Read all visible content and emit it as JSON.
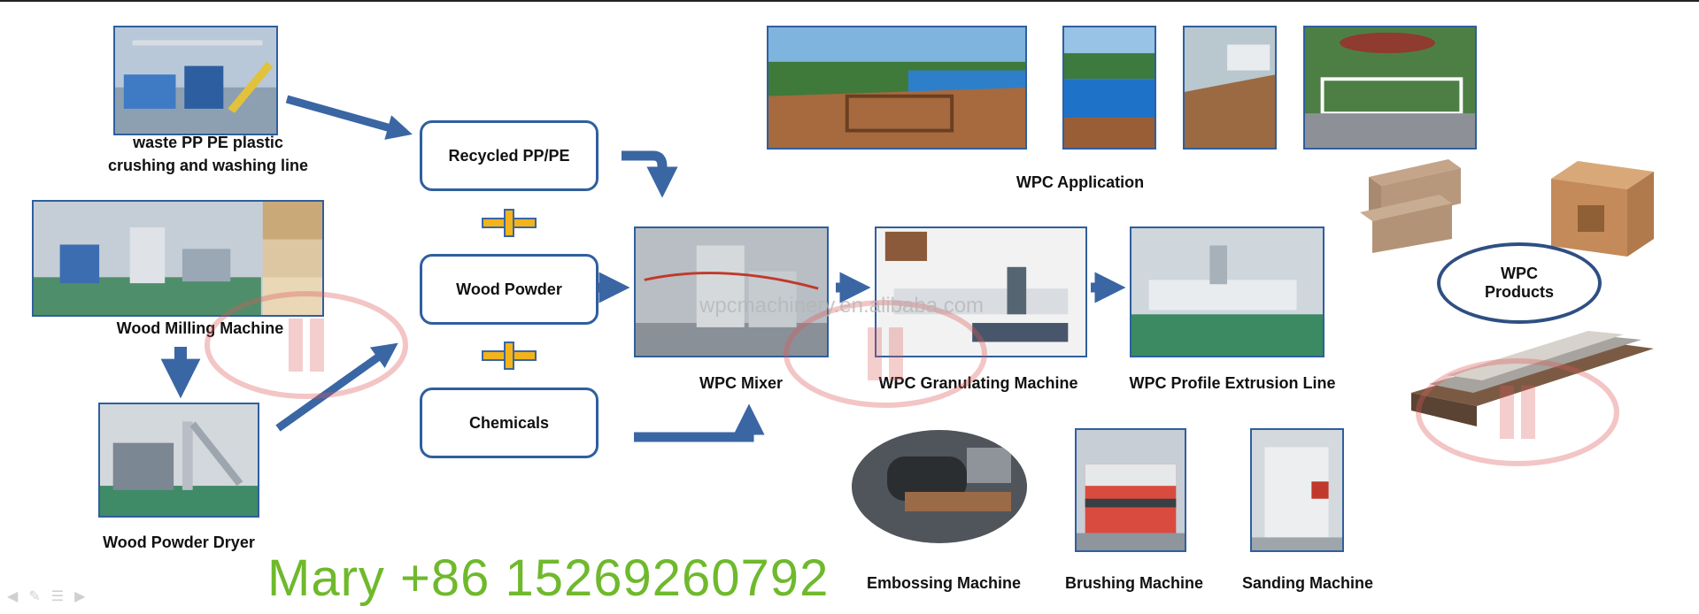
{
  "inputs": {
    "recycled": "Recycled PP/PE",
    "wood_powder": "Wood Powder",
    "chemicals": "Chemicals"
  },
  "machines": {
    "crushing": "waste PP PE plastic\ncrushing and washing line",
    "milling": "Wood Milling Machine",
    "dryer": "Wood Powder Dryer",
    "mixer": "WPC Mixer",
    "granulating": "WPC Granulating  Machine",
    "extrusion": "WPC Profile Extrusion Line",
    "embossing": "Embossing  Machine",
    "brushing": "Brushing Machine",
    "sanding": "Sanding Machine"
  },
  "application_label": "WPC Application",
  "products_label_line1": "WPC",
  "products_label_line2": "Products",
  "watermark": "wpcmachinery.en.alibaba.com",
  "contact": "Mary  +86 15269260792",
  "colors": {
    "frame": "#2f5f9e",
    "arrow": "#3a66a3",
    "plus_fill": "#f2b31c",
    "plus_stroke": "#3a66a3",
    "contact": "#6fb92c"
  },
  "icons": [
    "plus-icon",
    "flow-arrow",
    "nav-back-icon",
    "nav-pen-icon",
    "nav-menu-icon",
    "nav-forward-icon"
  ]
}
